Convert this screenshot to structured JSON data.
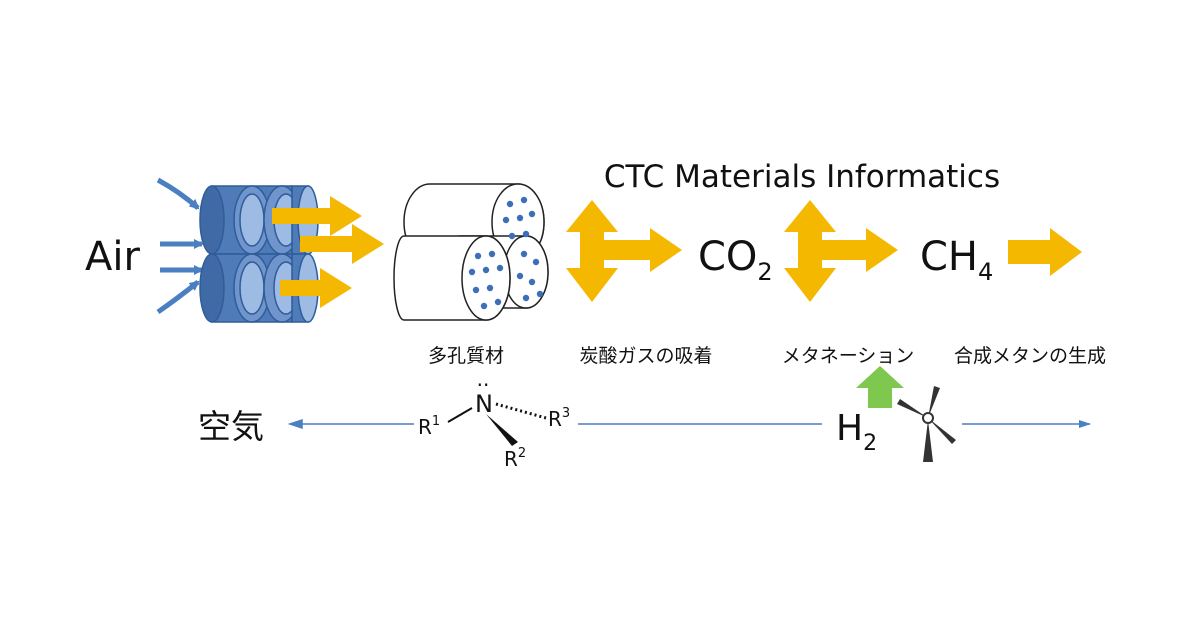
{
  "title": "CTC Materials Informatics",
  "labels": {
    "air": "Air",
    "co2_main": "CO",
    "co2_sub": "2",
    "ch4_main": "CH",
    "ch4_sub": "4",
    "porous_material": "多孔質材",
    "co2_absorption": "炭酸ガスの吸着",
    "methanation": "メタネーション",
    "synthetic_methane": "合成メタンの生成",
    "air_jp": "空気",
    "h2_main": "H",
    "h2_sub": "2"
  },
  "amine": {
    "n_atom": "N",
    "lone_pair": "··",
    "r1": "R",
    "r1_sup": "1",
    "r2": "R",
    "r2_sup": "2",
    "r3": "R",
    "r3_sup": "3"
  },
  "colors": {
    "flow_arrow": "#f5b800",
    "air_arrow": "#4a7fc1",
    "cylinder_dark": "#4f7bb8",
    "cylinder_light": "#9dbbe3",
    "hydrogen_arrow": "#7ec850",
    "baseline": "#4a7fc1",
    "pore_dot": "#3d6fb8"
  },
  "icons": [
    "wind-turbine-icon",
    "porous-cylinders-icon",
    "filter-cylinders-icon"
  ]
}
